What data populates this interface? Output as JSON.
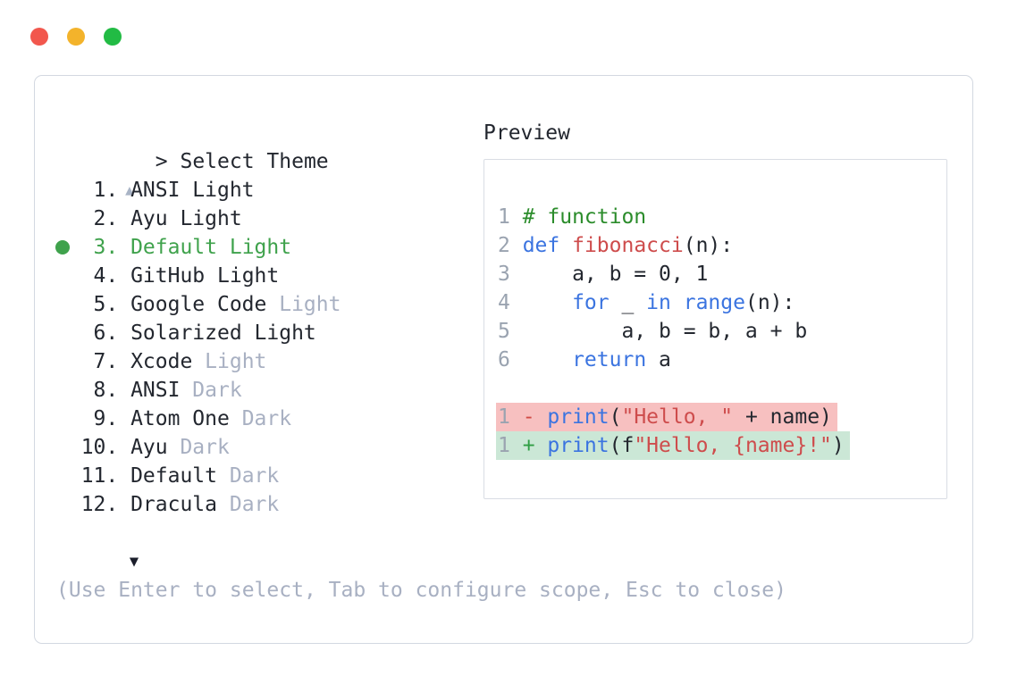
{
  "window": {
    "controls": [
      "close",
      "minimize",
      "maximize"
    ],
    "control_colors": {
      "close": "#f2574d",
      "minimize": "#f3b32b",
      "maximize": "#22bb44"
    }
  },
  "prompt": {
    "text": "> Select Theme"
  },
  "list": {
    "scroll_up_glyph": "▲",
    "scroll_down_glyph": "▼",
    "selected_index": 3,
    "items": [
      {
        "num": "1.",
        "name": "ANSI",
        "variant": "Light"
      },
      {
        "num": "2.",
        "name": "Ayu",
        "variant": "Light"
      },
      {
        "num": "3.",
        "name": "Default",
        "variant": "Light",
        "selected": true
      },
      {
        "num": "4.",
        "name": "GitHub",
        "variant": "Light"
      },
      {
        "num": "5.",
        "name": "Google Code",
        "variant": "Light",
        "variant_muted": true
      },
      {
        "num": "6.",
        "name": "Solarized",
        "variant": "Light"
      },
      {
        "num": "7.",
        "name": "Xcode",
        "variant": "Light",
        "variant_muted": true
      },
      {
        "num": "8.",
        "name": "ANSI",
        "variant": "Dark",
        "variant_muted": true
      },
      {
        "num": "9.",
        "name": "Atom One",
        "variant": "Dark",
        "variant_muted": true
      },
      {
        "num": "10.",
        "name": "Ayu",
        "variant": "Dark",
        "variant_muted": true
      },
      {
        "num": "11.",
        "name": "Default",
        "variant": "Dark",
        "variant_muted": true
      },
      {
        "num": "12.",
        "name": "Dracula",
        "variant": "Dark",
        "variant_muted": true
      }
    ]
  },
  "preview": {
    "label": "Preview",
    "lines": [
      {
        "no": "1",
        "tokens": [
          {
            "c": "comment",
            "t": "# function"
          }
        ]
      },
      {
        "no": "2",
        "tokens": [
          {
            "c": "kw",
            "t": "def"
          },
          {
            "c": "plain",
            "t": " "
          },
          {
            "c": "fn",
            "t": "fibonacci"
          },
          {
            "c": "plain",
            "t": "(n):"
          }
        ]
      },
      {
        "no": "3",
        "tokens": [
          {
            "c": "plain",
            "t": "    a, b = 0, 1"
          }
        ]
      },
      {
        "no": "4",
        "tokens": [
          {
            "c": "plain",
            "t": "    "
          },
          {
            "c": "kw",
            "t": "for"
          },
          {
            "c": "plain",
            "t": " _ "
          },
          {
            "c": "kw",
            "t": "in"
          },
          {
            "c": "plain",
            "t": " "
          },
          {
            "c": "kw",
            "t": "range"
          },
          {
            "c": "plain",
            "t": "(n):"
          }
        ]
      },
      {
        "no": "5",
        "tokens": [
          {
            "c": "plain",
            "t": "        a, b = b, a + b"
          }
        ]
      },
      {
        "no": "6",
        "tokens": [
          {
            "c": "plain",
            "t": "    "
          },
          {
            "c": "kw",
            "t": "return"
          },
          {
            "c": "plain",
            "t": " a"
          }
        ]
      }
    ],
    "diff": [
      {
        "no": "1",
        "sign": "-",
        "type": "removed",
        "tokens": [
          {
            "c": "kw",
            "t": "print"
          },
          {
            "c": "plain",
            "t": "("
          },
          {
            "c": "str",
            "t": "\"Hello, \""
          },
          {
            "c": "plain",
            "t": " + name)"
          }
        ]
      },
      {
        "no": "1",
        "sign": "+",
        "type": "added",
        "tokens": [
          {
            "c": "kw",
            "t": "print"
          },
          {
            "c": "plain",
            "t": "(f"
          },
          {
            "c": "str",
            "t": "\"Hello, {name}!\""
          },
          {
            "c": "plain",
            "t": ")"
          }
        ]
      }
    ]
  },
  "footer": {
    "hint": "(Use Enter to select, Tab to configure scope, Esc to close)"
  },
  "colors": {
    "text": "#23272f",
    "muted": "#a8b0c2",
    "line_number": "#9aa3b0",
    "selection_green": "#3fa24c",
    "comment_green": "#2b8c2b",
    "keyword_blue": "#3b74e0",
    "string_red": "#ce4c4c",
    "diff_removed_bg": "#f7c0c0",
    "diff_added_bg": "#cbe7d6",
    "panel_border": "#d3d8e1"
  }
}
